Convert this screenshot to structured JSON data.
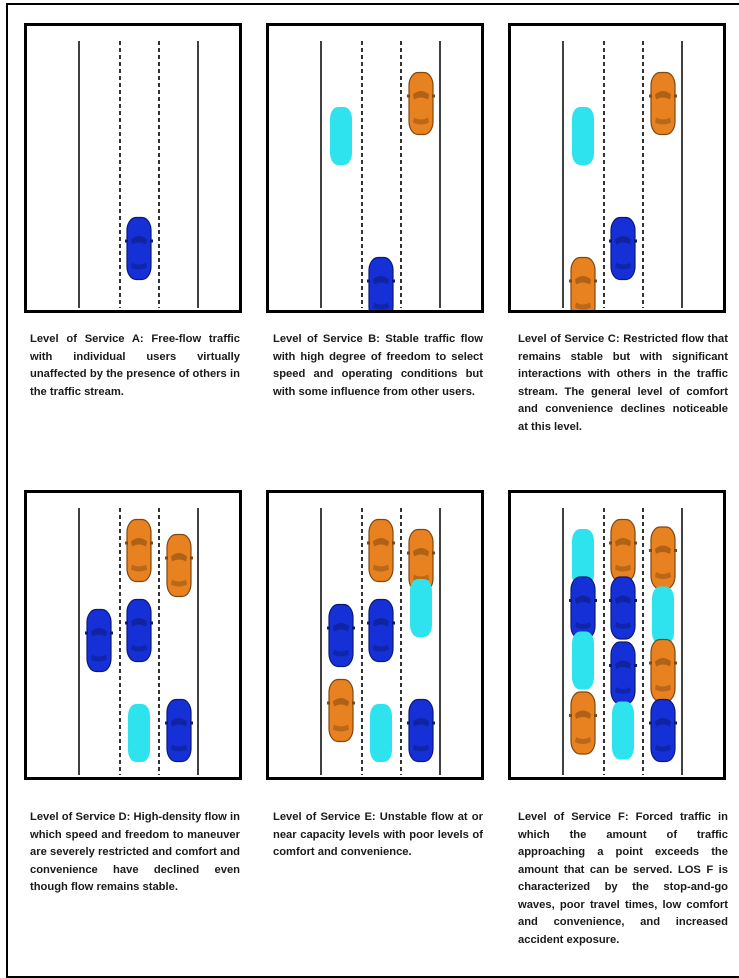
{
  "colors": {
    "orange": "#e8811f",
    "blue": "#1530d6",
    "cyan": "#2ee3ee",
    "line": "#000000"
  },
  "levels": [
    {
      "id": "A",
      "caption": "Level of Service A: Free-flow traffic with individual users virtually unaffected by the presence of others in the traffic stream.",
      "cars": [
        {
          "lane": 2,
          "row": 3.45,
          "color": "blue"
        }
      ]
    },
    {
      "id": "B",
      "caption": "Level of Service B: Stable traffic flow with high degree of freedom to select speed and operating conditions but with some influence from other users.",
      "cars": [
        {
          "lane": 1,
          "row": 1.2,
          "color": "cyan"
        },
        {
          "lane": 3,
          "row": 0.55,
          "color": "orange"
        },
        {
          "lane": 2,
          "row": 4.25,
          "color": "blue"
        }
      ]
    },
    {
      "id": "C",
      "caption": "Level of Service C: Restricted flow that remains stable but with significant interactions with others in the traffic stream. The general level of comfort and convenience declines noticeable at this level.",
      "cars": [
        {
          "lane": 1,
          "row": 1.2,
          "color": "cyan"
        },
        {
          "lane": 3,
          "row": 0.55,
          "color": "orange"
        },
        {
          "lane": 2,
          "row": 3.45,
          "color": "blue"
        },
        {
          "lane": 1,
          "row": 4.25,
          "color": "orange"
        }
      ]
    },
    {
      "id": "D",
      "caption": "Level of Service D: High-density flow in which speed and freedom to maneuver are severely restricted and comfort and convenience have declined even though flow remains stable.",
      "cars": [
        {
          "lane": 2,
          "row": 0.15,
          "color": "orange"
        },
        {
          "lane": 3,
          "row": 0.45,
          "color": "orange"
        },
        {
          "lane": 1,
          "row": 1.95,
          "color": "blue"
        },
        {
          "lane": 2,
          "row": 1.75,
          "color": "blue"
        },
        {
          "lane": 2,
          "row": 3.8,
          "color": "cyan"
        },
        {
          "lane": 3,
          "row": 3.75,
          "color": "blue"
        }
      ]
    },
    {
      "id": "E",
      "caption": "Level of Service E: Unstable flow at or near capacity levels with poor levels of comfort and convenience.",
      "cars": [
        {
          "lane": 2,
          "row": 0.15,
          "color": "orange"
        },
        {
          "lane": 3,
          "row": 0.35,
          "color": "orange"
        },
        {
          "lane": 3,
          "row": 1.3,
          "color": "cyan"
        },
        {
          "lane": 1,
          "row": 1.85,
          "color": "blue"
        },
        {
          "lane": 2,
          "row": 1.75,
          "color": "blue"
        },
        {
          "lane": 1,
          "row": 3.35,
          "color": "orange"
        },
        {
          "lane": 2,
          "row": 3.8,
          "color": "cyan"
        },
        {
          "lane": 3,
          "row": 3.75,
          "color": "blue"
        }
      ]
    },
    {
      "id": "F",
      "caption": "Level of Service F: Forced traffic in which the amount of traffic approaching a point exceeds the amount that can be served. LOS F is characterized by the stop-and-go waves, poor travel times, low comfort and convenience, and increased accident exposure.",
      "cars": [
        {
          "lane": 1,
          "row": 0.3,
          "color": "cyan"
        },
        {
          "lane": 2,
          "row": 0.15,
          "color": "orange"
        },
        {
          "lane": 3,
          "row": 0.3,
          "color": "orange"
        },
        {
          "lane": 1,
          "row": 1.3,
          "color": "blue"
        },
        {
          "lane": 2,
          "row": 1.3,
          "color": "blue"
        },
        {
          "lane": 3,
          "row": 1.45,
          "color": "cyan"
        },
        {
          "lane": 1,
          "row": 2.35,
          "color": "cyan"
        },
        {
          "lane": 2,
          "row": 2.6,
          "color": "blue"
        },
        {
          "lane": 3,
          "row": 2.55,
          "color": "orange"
        },
        {
          "lane": 1,
          "row": 3.6,
          "color": "orange"
        },
        {
          "lane": 2,
          "row": 3.75,
          "color": "cyan"
        },
        {
          "lane": 3,
          "row": 3.75,
          "color": "blue"
        }
      ]
    }
  ]
}
